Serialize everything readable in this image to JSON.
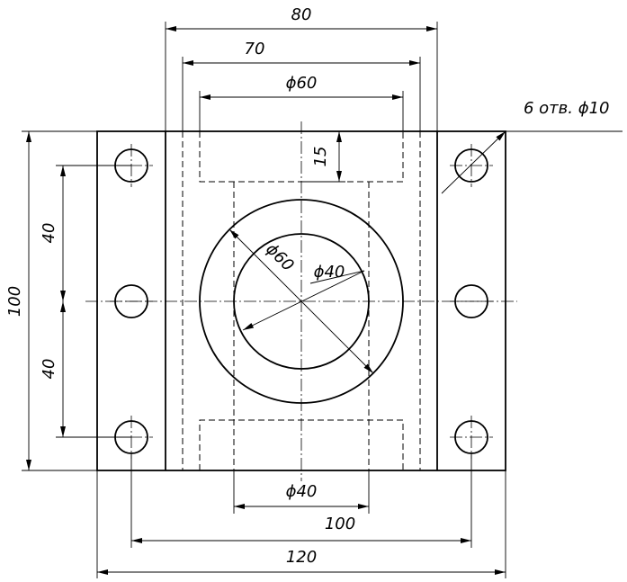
{
  "dimensions": {
    "overall_width_top": "80",
    "inner_width_top": "70",
    "bore_top_diameter": "ϕ60",
    "holes_note": "6 отв. ϕ10",
    "depth_15": "15",
    "height_100": "100",
    "pitch_upper_40": "40",
    "pitch_lower_40": "40",
    "outer_circle_diameter": "ϕ60",
    "inner_circle_diameter": "ϕ40",
    "bore_bottom_diameter": "ϕ40",
    "hole_spacing_100": "100",
    "overall_width_bottom": "120"
  }
}
